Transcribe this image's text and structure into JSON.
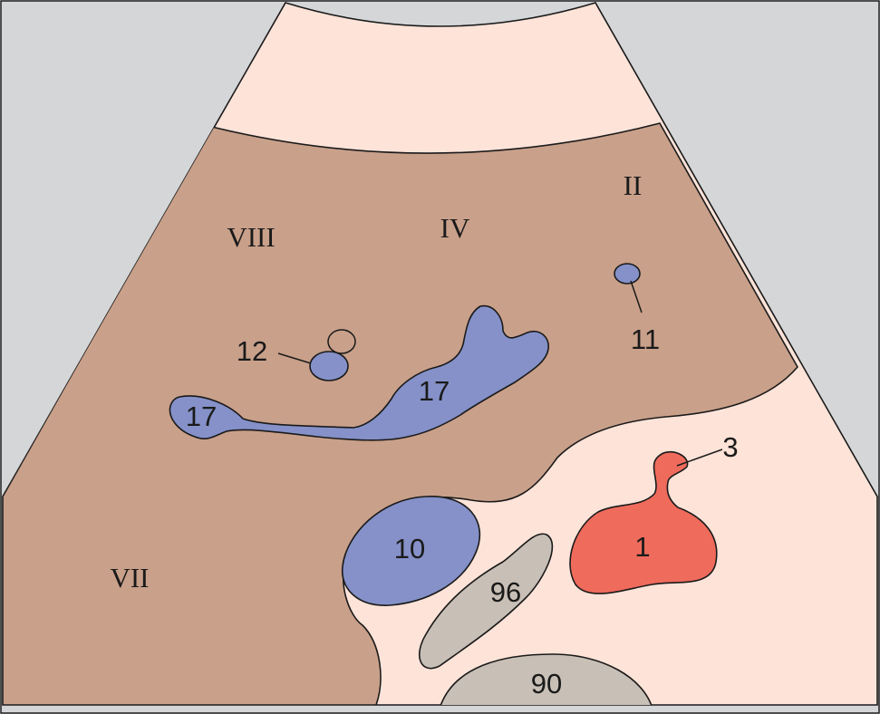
{
  "segments": {
    "viii": "VIII",
    "iv": "IV",
    "ii": "II",
    "vii": "VII"
  },
  "labels": {
    "label_1": "1",
    "label_3": "3",
    "label_10": "10",
    "label_11": "11",
    "label_12": "12",
    "label_17_right": "17",
    "label_17_left": "17",
    "label_90": "90",
    "label_96": "96"
  },
  "colors": {
    "background": "#d5d6d8",
    "sector": "#fde3d8",
    "liver": "#c9a08a",
    "vein": "#8591c8",
    "artery": "#ef6b5c",
    "gray_structure": "#c8bfb6",
    "outline": "#1a1a1a"
  }
}
